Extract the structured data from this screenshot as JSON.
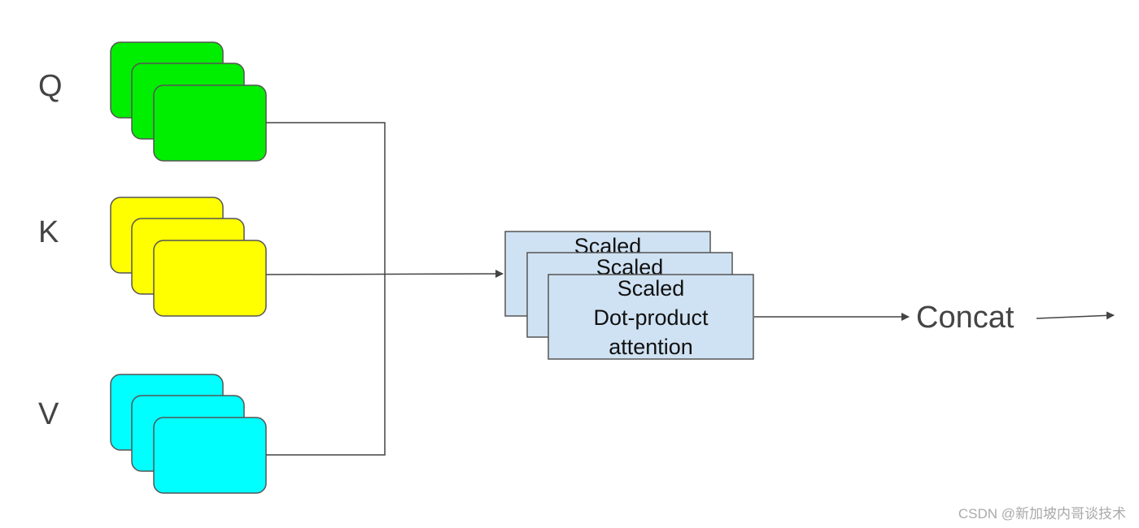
{
  "inputs": [
    {
      "label": "Q",
      "color": "#00ee00"
    },
    {
      "label": "K",
      "color": "#ffff00"
    },
    {
      "label": "V",
      "color": "#00ffff"
    }
  ],
  "attention": {
    "back_label": "Scaled",
    "middle_label": "Scaled",
    "front_lines": [
      "Scaled",
      "Dot-product",
      "attention"
    ],
    "color": "#cfe2f3"
  },
  "output": {
    "label": "Concat"
  },
  "watermark": "CSDN @新加坡内哥谈技术",
  "line_color": "#444444"
}
